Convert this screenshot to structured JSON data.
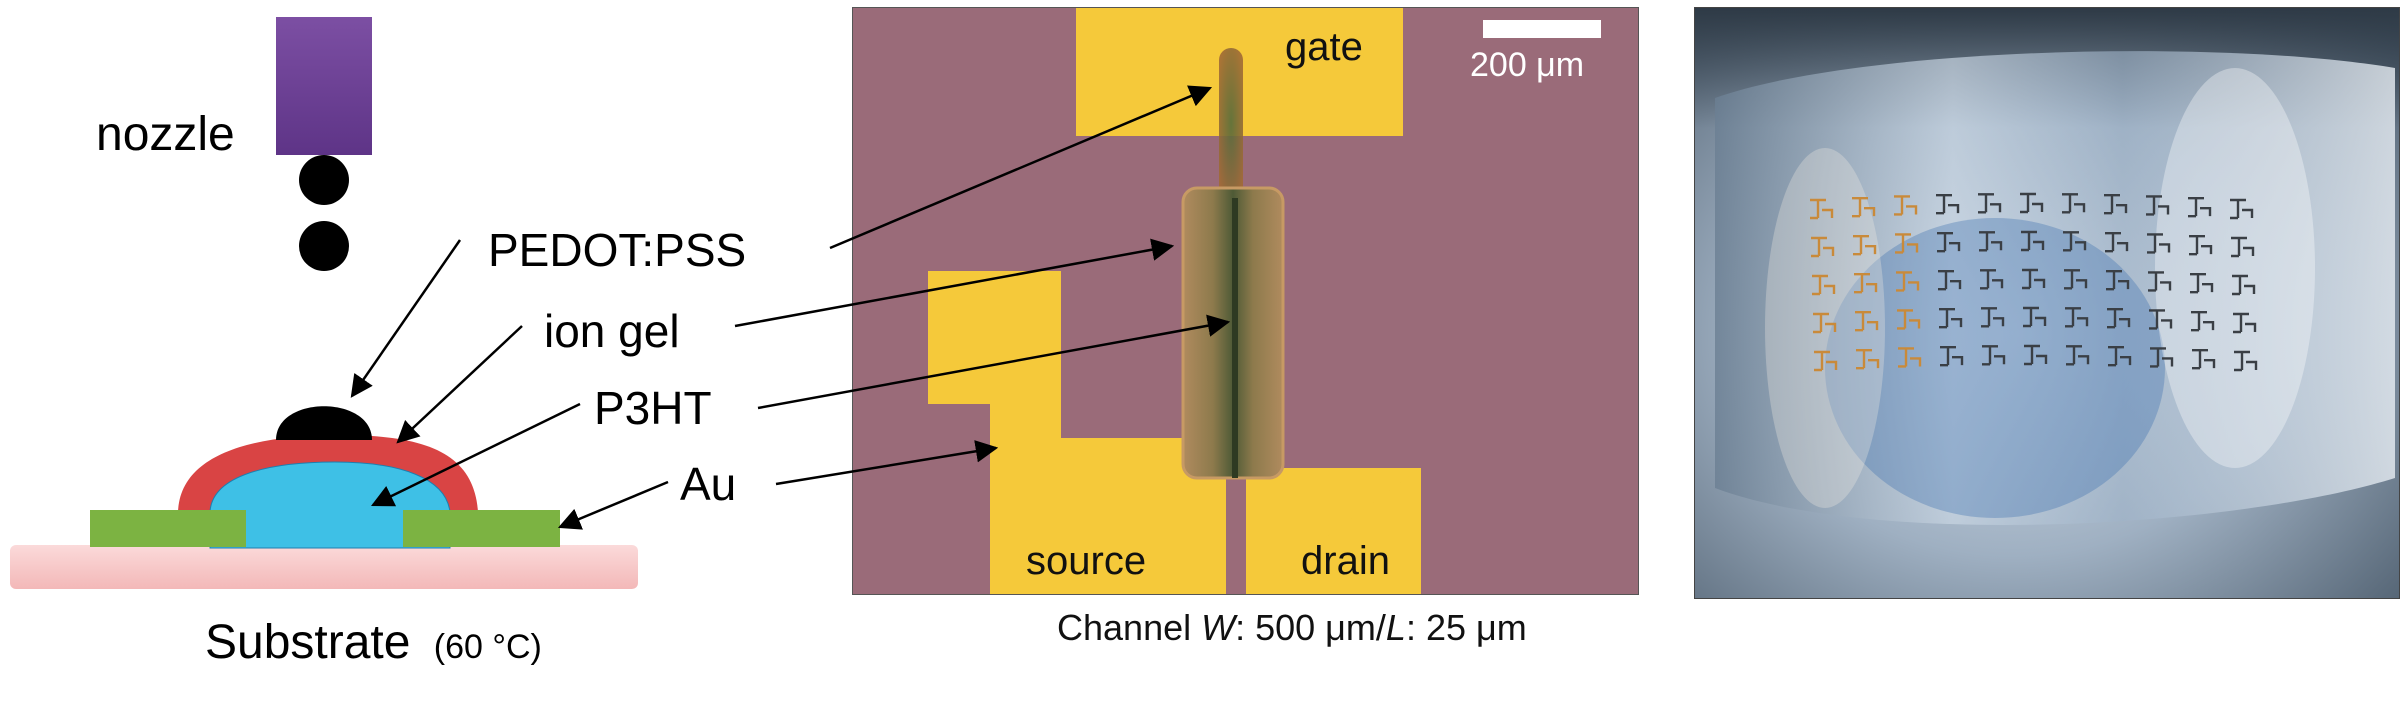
{
  "schematic": {
    "nozzle_label": "nozzle",
    "layer_labels": {
      "pedot": "PEDOT:PSS",
      "ion_gel": "ion gel",
      "p3ht": "P3HT",
      "au": "Au"
    },
    "substrate_label": "Substrate",
    "substrate_temp": "(60 °C)",
    "colors": {
      "nozzle": "#7c4fa3",
      "droplet": "#000000",
      "ion_gel": "#d94444",
      "p3ht": "#3ec0e6",
      "au": "#7cb342",
      "substrate": "#f7c9c9"
    }
  },
  "micrograph": {
    "labels": {
      "gate": "gate",
      "source": "source",
      "drain": "drain"
    },
    "scale_bar": "200 μm",
    "caption_prefix": "Channel ",
    "caption_w": "W",
    "caption_mid": ": 500 μm/",
    "caption_l": "L",
    "caption_suffix": ": 25 μm",
    "colors": {
      "background": "#9a6b79",
      "electrode": "#f5c93a"
    }
  },
  "photo": {
    "description_icon": "flexible-device-array-photo"
  }
}
